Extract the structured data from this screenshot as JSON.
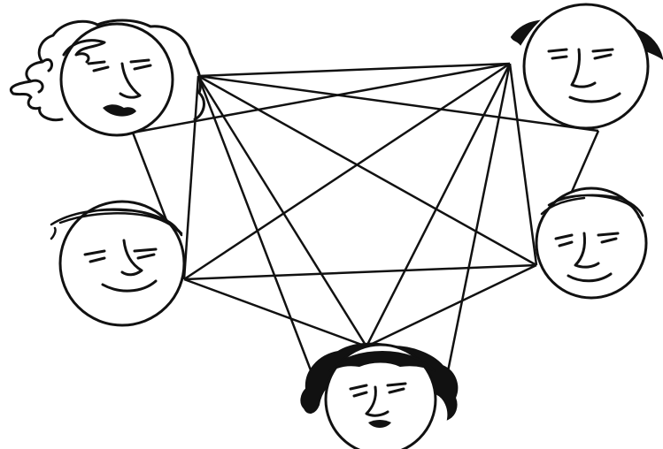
{
  "diagram": {
    "type": "complete-communication-network",
    "people": [
      {
        "id": "p1",
        "description": "woman-wavy-hair",
        "hair": "wavy-outline"
      },
      {
        "id": "p2",
        "description": "balding-man",
        "hair": "side-tufts"
      },
      {
        "id": "p3",
        "description": "man-combed-hair",
        "hair": "combed-lines"
      },
      {
        "id": "p4",
        "description": "man-short-hair",
        "hair": "combed-lines"
      },
      {
        "id": "p5",
        "description": "woman-dark-curly-hair",
        "hair": "dark-curls"
      }
    ],
    "connections": [
      [
        "p1",
        "p2"
      ],
      [
        "p1",
        "p3"
      ],
      [
        "p1",
        "p4"
      ],
      [
        "p1",
        "p5"
      ],
      [
        "p2",
        "p3"
      ],
      [
        "p2",
        "p4"
      ],
      [
        "p2",
        "p5"
      ],
      [
        "p3",
        "p4"
      ],
      [
        "p3",
        "p5"
      ],
      [
        "p4",
        "p5"
      ]
    ],
    "colors": {
      "ink": "#111111",
      "paper": "#ffffff"
    }
  }
}
